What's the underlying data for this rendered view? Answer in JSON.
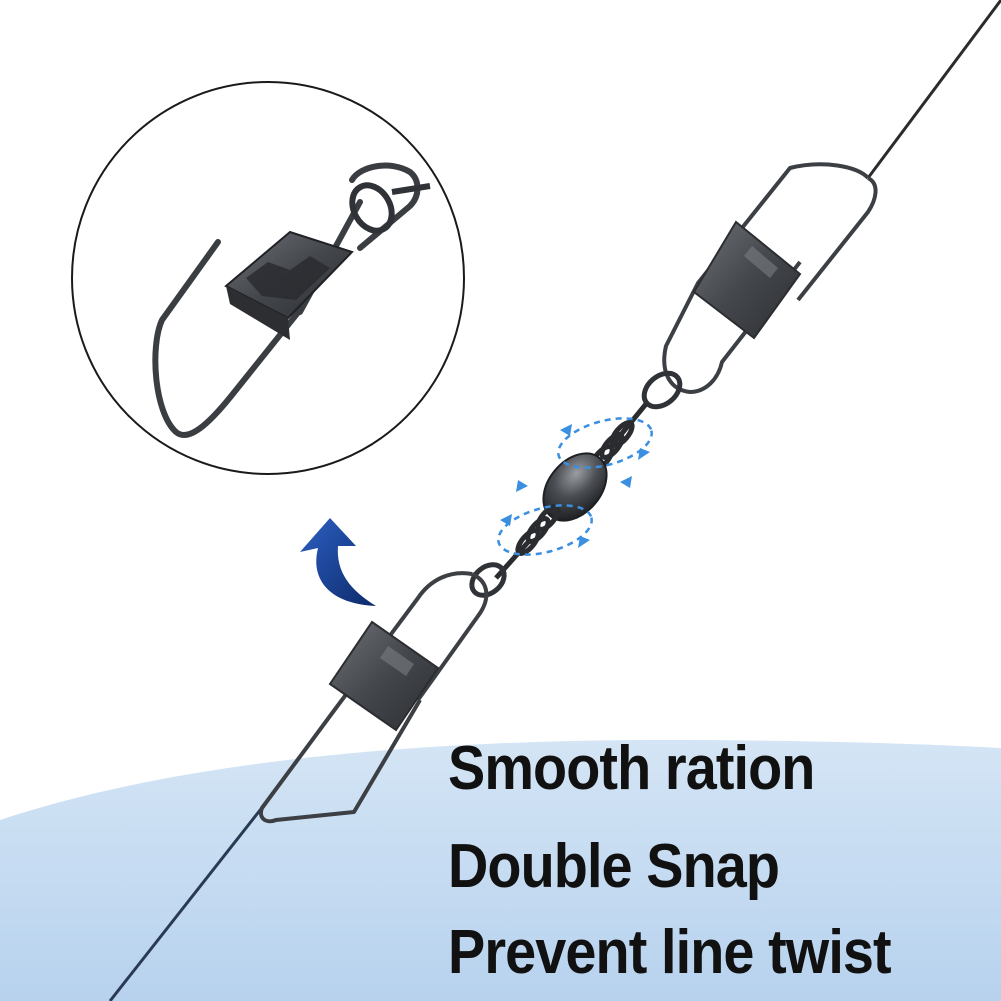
{
  "features": [
    "Smooth ration",
    "Double Snap",
    "Prevent line twist"
  ],
  "colors": {
    "background": "#ffffff",
    "band": "#bcd6ef",
    "band_edge": "#cfe2f4",
    "metal_dark": "#2f3236",
    "metal_mid": "#5e6166",
    "metal_light": "#a7aaae",
    "arrow": "#123a8c",
    "rotation_marks": "#3a8fe0",
    "text": "#111111"
  },
  "icons": [
    "curved-arrow-icon",
    "rotation-arrows-icon"
  ]
}
